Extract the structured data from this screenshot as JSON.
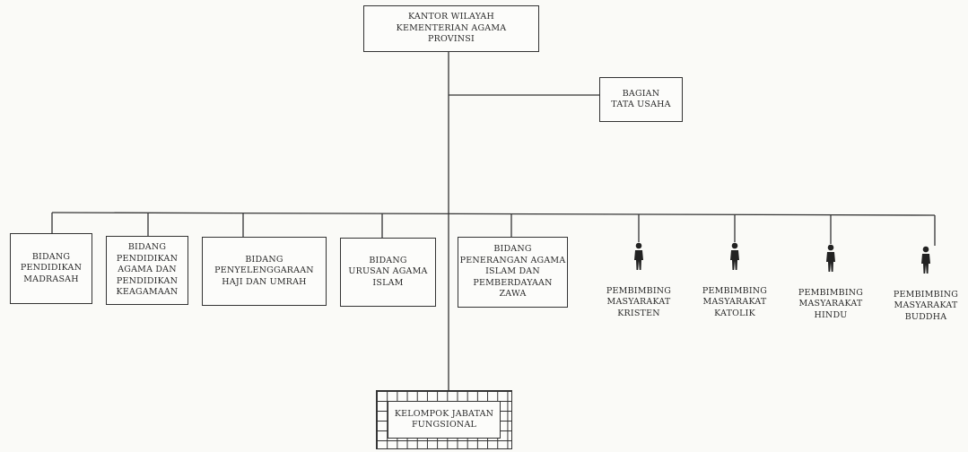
{
  "head": {
    "label": "KANTOR WILAYAH\nKEMENTERIAN AGAMA\nPROVINSI"
  },
  "staff": {
    "label": "BAGIAN\nTATA USAHA"
  },
  "bidang": [
    {
      "label": "BIDANG\nPENDIDIKAN\nMADRASAH"
    },
    {
      "label": "BIDANG\nPENDIDIKAN\nAGAMA DAN\nPENDIDIKAN\nKEAGAMAAN"
    },
    {
      "label": "BIDANG\nPENYELENGGARAAN\nHAJI DAN UMRAH"
    },
    {
      "label": "BIDANG\nURUSAN AGAMA\nISLAM"
    },
    {
      "label": "BIDANG\nPENERANGAN AGAMA\nISLAM DAN\nPEMBERDAYAAN\nZAWA"
    }
  ],
  "pembimbing": [
    {
      "label": "PEMBIMBING\nMASYARAKAT\nKRISTEN"
    },
    {
      "label": "PEMBIMBING\nMASYARAKAT\nKATOLIK"
    },
    {
      "label": "PEMBIMBING\nMASYARAKAT\nHINDU"
    },
    {
      "label": "PEMBIMBING\nMASYARAKAT\nBUDDHA"
    }
  ],
  "fungsional": {
    "label": "KELOMPOK JABATAN\nFUNGSIONAL"
  },
  "colors": {
    "line": "#333333",
    "background": "#fafaf7"
  }
}
